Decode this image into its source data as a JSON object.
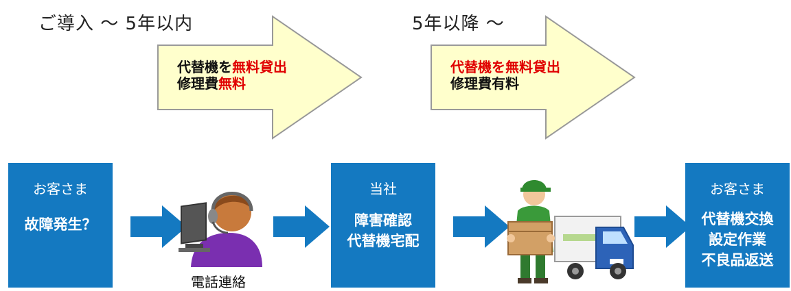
{
  "periods": [
    {
      "label": "ご導入 〜 5年以内",
      "line1_parts": [
        {
          "text": "代替機を",
          "red": false
        },
        {
          "text": "無料貸出",
          "red": true
        }
      ],
      "line2_parts": [
        {
          "text": "修理費",
          "red": false
        },
        {
          "text": "無料",
          "red": true
        }
      ]
    },
    {
      "label": "5年以降 〜",
      "line1_parts": [
        {
          "text": "代替機を無料貸出",
          "red": true
        }
      ],
      "line2_parts": [
        {
          "text": "修理費有料",
          "red": false
        }
      ]
    }
  ],
  "steps": [
    {
      "who": "お客さま",
      "what": [
        "故障発生？"
      ]
    },
    {
      "who": "当社",
      "what": [
        "障害確認",
        "代替機宅配"
      ]
    },
    {
      "who": "お客さま",
      "what": [
        "代替機交換",
        "設定作業",
        "不良品返送"
      ]
    }
  ],
  "operator_caption": "電話連絡",
  "colors": {
    "box_blue": "#1479c1",
    "arrow_fill": "#ffffcc",
    "arrow_stroke": "#999999",
    "highlight_red": "#e00000"
  }
}
